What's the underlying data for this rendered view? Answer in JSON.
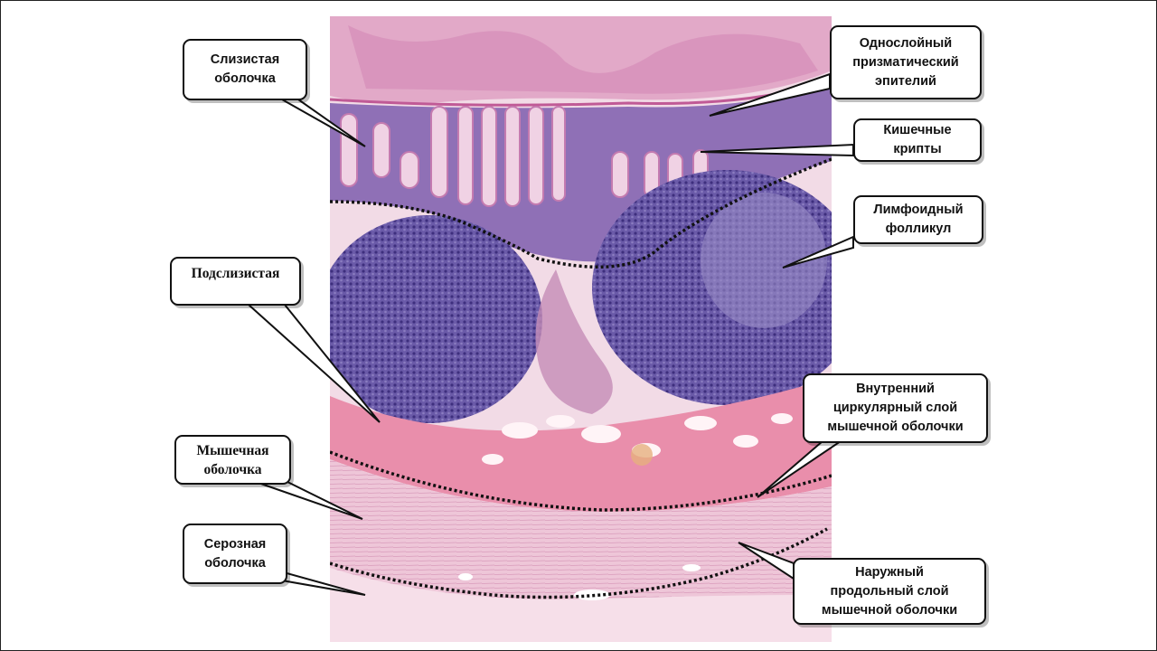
{
  "labels": {
    "mucosa": "Слизистая\nоболочка",
    "epithelium": "Однослойный\nпризматический\nэпителий",
    "crypts": "Кишечные\nкрипты",
    "follicle": "Лимфоидный\nфолликул",
    "submucosa": "Подслизистая",
    "inner_muscle": "Внутренний\nциркулярный слой\nмышечной оболочки",
    "muscularis": "Мышечная\nоболочка",
    "serosa": "Серозная\nоболочка",
    "outer_muscle": "Наружный\nпродольный слой\nмышечной оболочки"
  },
  "colors": {
    "stain_pink": "#e7a7c6",
    "stain_purple": "#5a4a98",
    "muscle_pink": "#eec0d6",
    "collagen_red": "#e3819f"
  }
}
